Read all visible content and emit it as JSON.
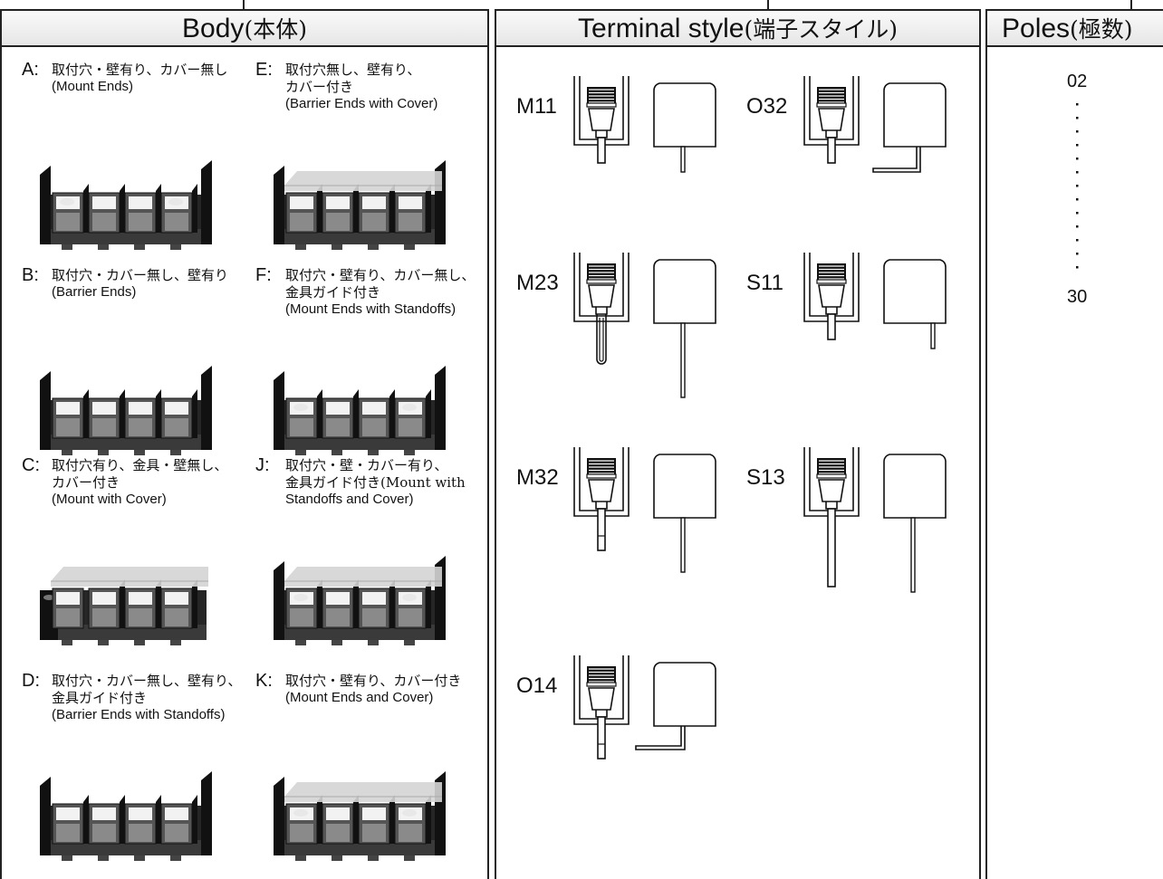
{
  "body": {
    "title": "Body",
    "title_jp": "(本体)",
    "items": [
      {
        "letter": "A:",
        "jp": [
          "取付穴・壁有り、カバー無し"
        ],
        "en": [
          "(Mount Ends)"
        ],
        "style": "mount",
        "cover": false
      },
      {
        "letter": "E:",
        "jp": [
          "取付穴無し、壁有り、",
          "カバー付き"
        ],
        "en": [
          "(Barrier Ends with Cover)"
        ],
        "style": "barrier",
        "cover": true
      },
      {
        "letter": "B:",
        "jp": [
          "取付穴・カバー無し、壁有り"
        ],
        "en": [
          "(Barrier Ends)"
        ],
        "style": "barrier",
        "cover": false
      },
      {
        "letter": "F:",
        "jp": [
          "取付穴・壁有り、カバー無し、",
          "金具ガイド付き"
        ],
        "en": [
          "(Mount Ends with Standoffs)"
        ],
        "style": "mount",
        "cover": false
      },
      {
        "letter": "C:",
        "jp": [
          "取付穴有り、金具・壁無し、",
          "カバー付き"
        ],
        "en": [
          "(Mount with Cover)"
        ],
        "style": "flat",
        "cover": true
      },
      {
        "letter": "J:",
        "jp": [
          "取付穴・壁・カバー有り、",
          "金具ガイド付き(Mount with"
        ],
        "en": [
          "Standoffs and Cover)"
        ],
        "style": "mount",
        "cover": true
      },
      {
        "letter": "D:",
        "jp": [
          "取付穴・カバー無し、壁有り、",
          "金具ガイド付き"
        ],
        "en": [
          "(Barrier Ends with Standoffs)"
        ],
        "style": "barrier",
        "cover": false
      },
      {
        "letter": "K:",
        "jp": [
          "取付穴・壁有り、カバー付き"
        ],
        "en": [
          "(Mount Ends and Cover)"
        ],
        "style": "mount",
        "cover": true
      }
    ]
  },
  "terminal": {
    "title": "Terminal style",
    "title_jp": "(端子スタイル)",
    "items": [
      {
        "code": "M11",
        "pin": "short",
        "side": "straight"
      },
      {
        "code": "O32",
        "pin": "short",
        "side": "bent"
      },
      {
        "code": "M23",
        "pin": "loop",
        "side": "long"
      },
      {
        "code": "S11",
        "pin": "short",
        "side": "short"
      },
      {
        "code": "M32",
        "pin": "medium",
        "side": "medium"
      },
      {
        "code": "S13",
        "pin": "long",
        "side": "long"
      },
      {
        "code": "O14",
        "pin": "medium",
        "side": "bentleft"
      }
    ]
  },
  "poles": {
    "title": "Poles",
    "title_jp": "(極数)",
    "from": "02",
    "to": "30"
  }
}
